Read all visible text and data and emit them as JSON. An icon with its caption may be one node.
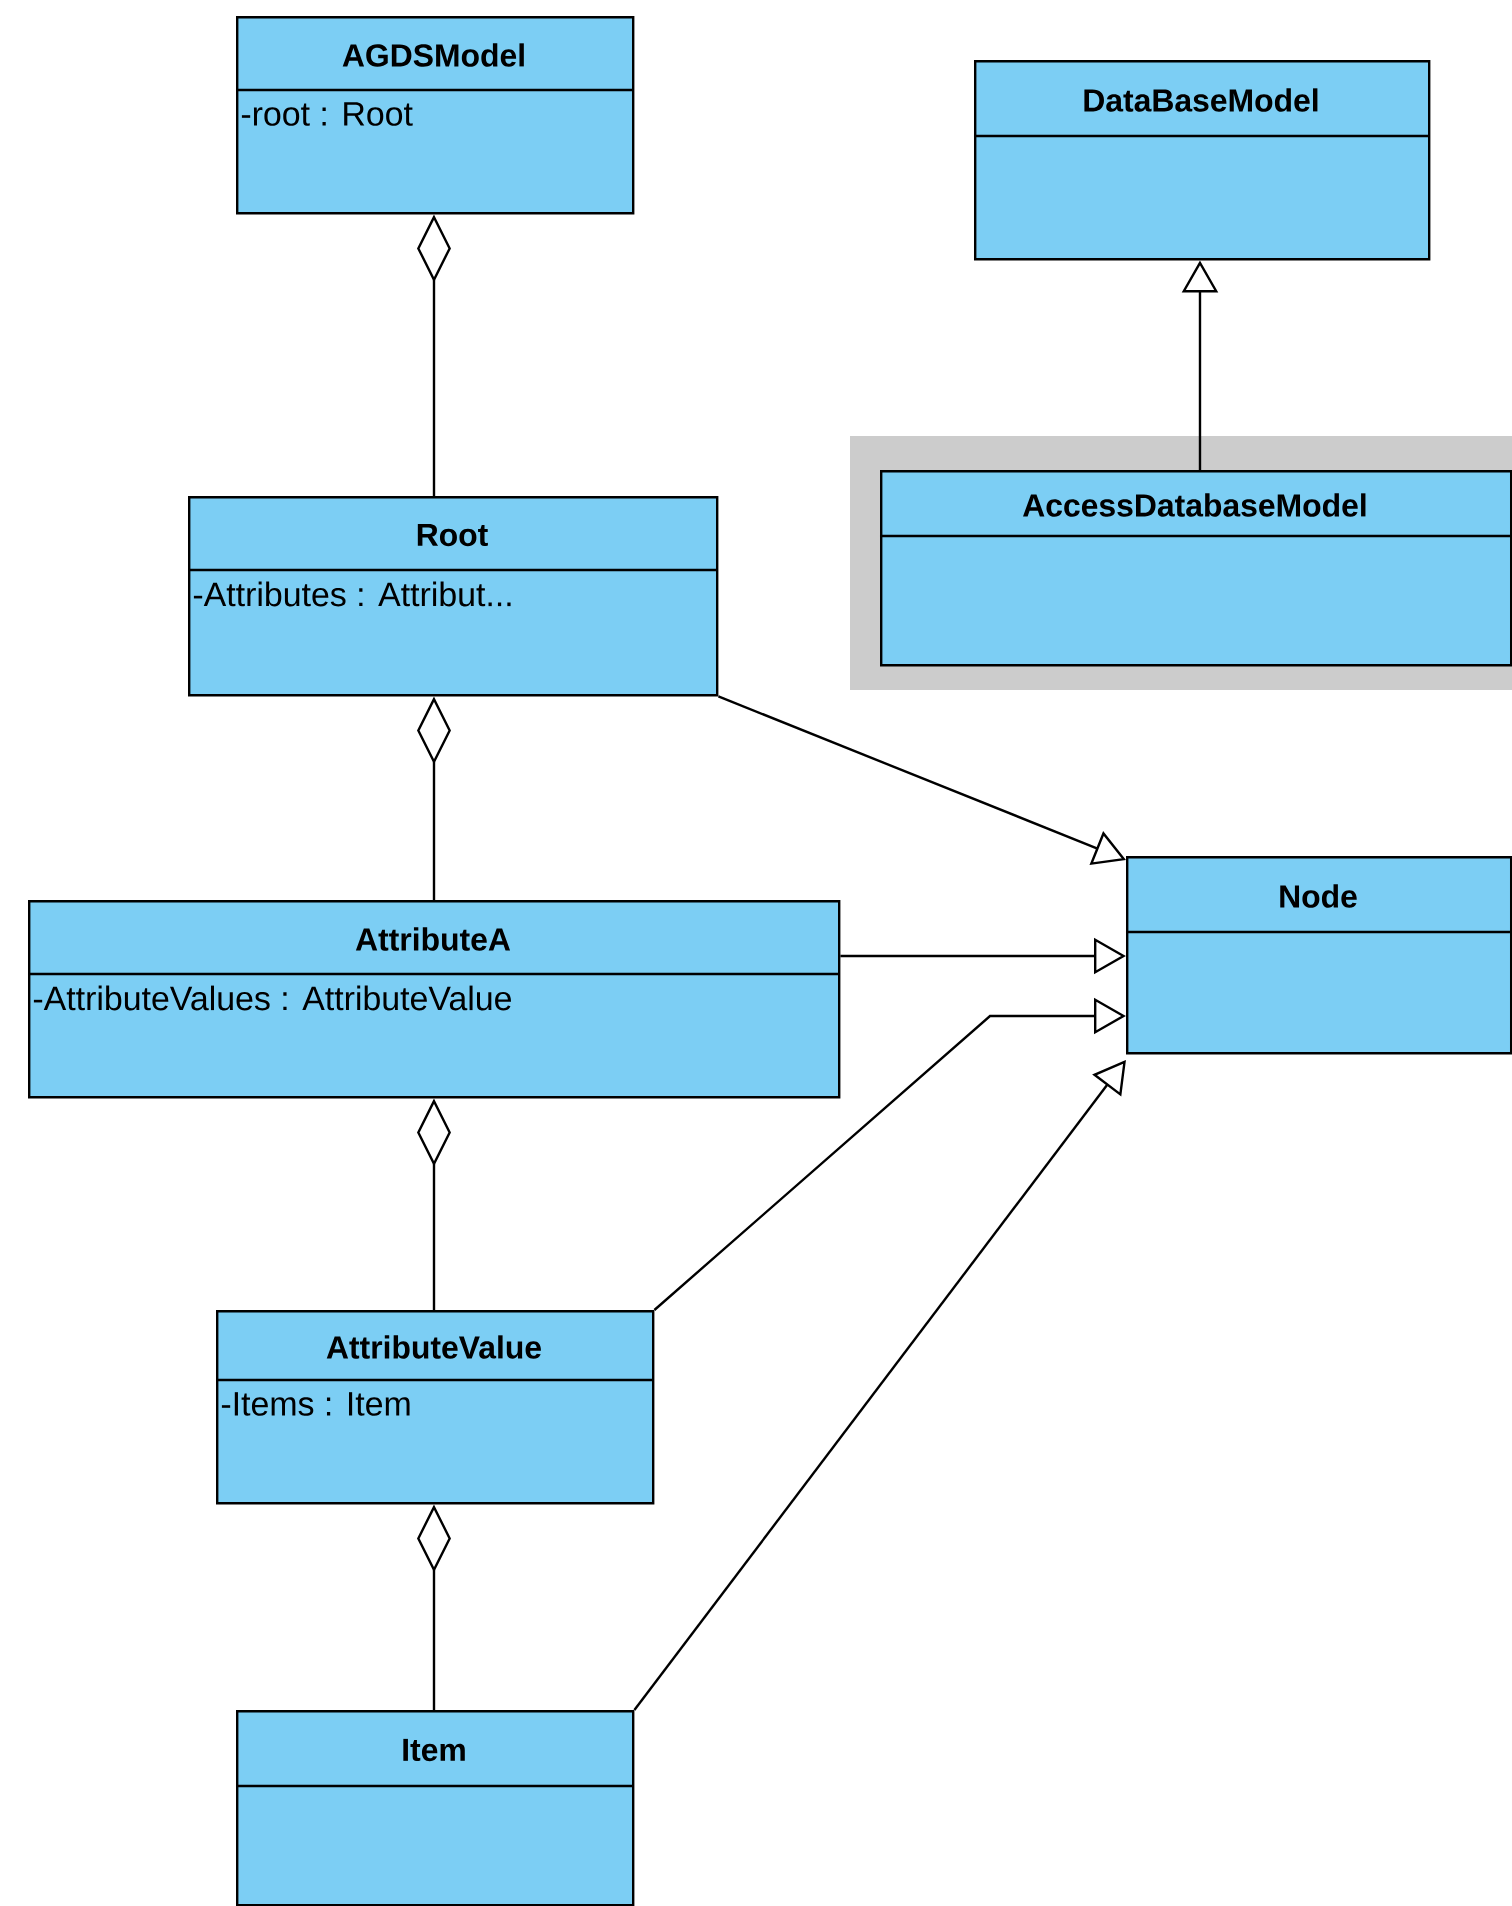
{
  "diagram": {
    "nodes": [
      {
        "text": [
          "AGDSModel",
          "-root : Root"
        ]
      },
      {
        "text": [
          "DataBaseModel"
        ]
      },
      {
        "text": [
          "AccessDatabaseModel"
        ]
      },
      {
        "text": [
          "Root",
          "-Attributes : Attribut..."
        ]
      },
      {
        "text": [
          "Node"
        ]
      },
      {
        "text": [
          "AttributeA",
          "-AttributeValues : AttributeValue"
        ]
      },
      {
        "text": [
          "AttributeValue",
          "-Items : Item"
        ]
      },
      {
        "text": [
          "Item"
        ]
      }
    ],
    "edges": [
      {
        "from": 3,
        "to": 0,
        "arrow": "other"
      },
      {
        "from": 2,
        "to": 1,
        "arrow": "to"
      },
      {
        "from": 3,
        "to": 4,
        "arrow": "to"
      },
      {
        "from": 5,
        "to": 3,
        "arrow": "other"
      },
      {
        "from": 5,
        "to": 4,
        "arrow": "to"
      },
      {
        "from": 6,
        "to": 5,
        "arrow": "other"
      },
      {
        "from": 6,
        "to": 4,
        "arrow": "to"
      },
      {
        "from": 7,
        "to": 6,
        "arrow": "other"
      },
      {
        "from": 7,
        "to": 4,
        "arrow": "to"
      }
    ]
  }
}
